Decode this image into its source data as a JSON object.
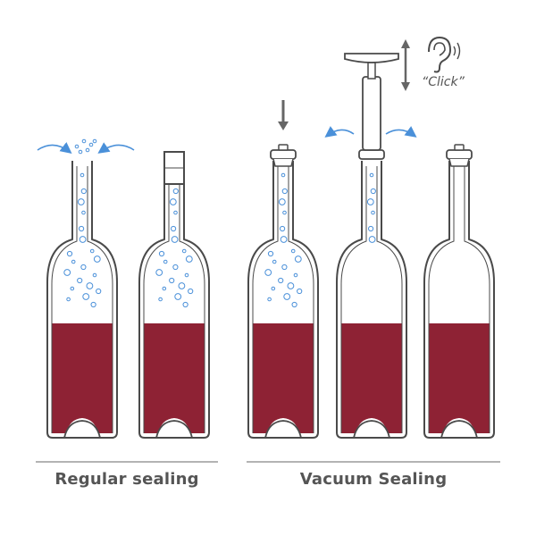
{
  "labels": {
    "regular": "Regular sealing",
    "vacuum": "Vacuum Sealing",
    "click": "“Click”"
  },
  "colors": {
    "wine": "#8e2234",
    "outline": "#4a4a4a",
    "bubble": "#4a90d9",
    "arrow_blue": "#4a90d9",
    "arrow_gray": "#666666",
    "rule": "#9a9a9a"
  },
  "bottles": [
    {
      "id": "regular-open",
      "stopper": "none",
      "air_arrows": "inward",
      "wine_level": 0.55
    },
    {
      "id": "regular-corked",
      "stopper": "cork",
      "wine_level": 0.55
    },
    {
      "id": "vacuum-insert",
      "stopper": "vacuum-stopper",
      "push_arrow": "down",
      "wine_level": 0.55
    },
    {
      "id": "vacuum-pump",
      "stopper": "pump",
      "air_arrows": "outward",
      "wine_level": 0.55
    },
    {
      "id": "vacuum-sealed",
      "stopper": "vacuum-stopper",
      "wine_level": 0.55
    }
  ],
  "icons": [
    "ear-icon",
    "up-down-arrow-icon",
    "down-arrow-icon"
  ]
}
